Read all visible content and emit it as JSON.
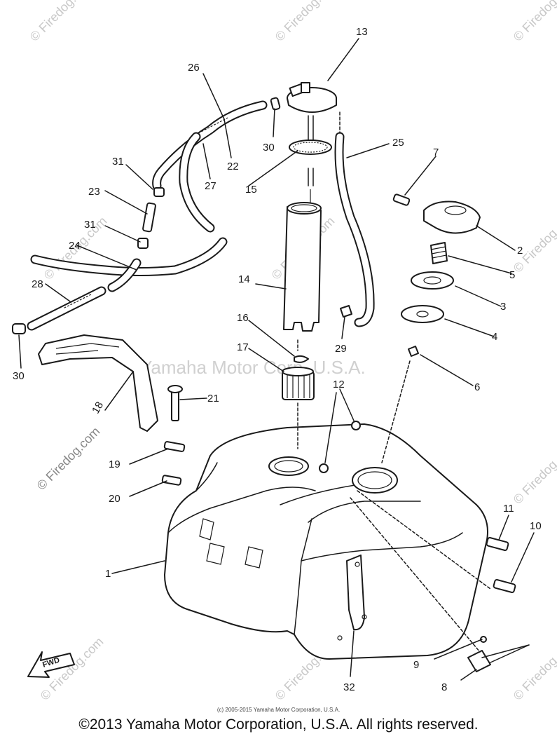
{
  "watermarks": {
    "site": "© Firedog.com",
    "center": "Yamaha Motor Corp, U.S.A."
  },
  "callouts": [
    {
      "id": "c1",
      "label": "1"
    },
    {
      "id": "c2",
      "label": "2"
    },
    {
      "id": "c3",
      "label": "3"
    },
    {
      "id": "c4",
      "label": "4"
    },
    {
      "id": "c5",
      "label": "5"
    },
    {
      "id": "c6",
      "label": "6"
    },
    {
      "id": "c7",
      "label": "7"
    },
    {
      "id": "c8",
      "label": "8"
    },
    {
      "id": "c9",
      "label": "9"
    },
    {
      "id": "c10",
      "label": "10"
    },
    {
      "id": "c11",
      "label": "11"
    },
    {
      "id": "c12",
      "label": "12"
    },
    {
      "id": "c13",
      "label": "13"
    },
    {
      "id": "c14",
      "label": "14"
    },
    {
      "id": "c15",
      "label": "15"
    },
    {
      "id": "c16",
      "label": "16"
    },
    {
      "id": "c17",
      "label": "17"
    },
    {
      "id": "c18",
      "label": "18"
    },
    {
      "id": "c19",
      "label": "19"
    },
    {
      "id": "c20",
      "label": "20"
    },
    {
      "id": "c21",
      "label": "21"
    },
    {
      "id": "c22",
      "label": "22"
    },
    {
      "id": "c23",
      "label": "23"
    },
    {
      "id": "c24",
      "label": "24"
    },
    {
      "id": "c25",
      "label": "25"
    },
    {
      "id": "c26",
      "label": "26"
    },
    {
      "id": "c27",
      "label": "27"
    },
    {
      "id": "c28",
      "label": "28"
    },
    {
      "id": "c29",
      "label": "29"
    },
    {
      "id": "c30a",
      "label": "30"
    },
    {
      "id": "c30b",
      "label": "30"
    },
    {
      "id": "c31a",
      "label": "31"
    },
    {
      "id": "c31b",
      "label": "31"
    },
    {
      "id": "c32",
      "label": "32"
    }
  ],
  "fwd_label": "FWD",
  "copyright_small": "(c) 2005-2015 Yamaha Motor Corporation, U.S.A.",
  "copyright_main": "©2013 Yamaha Motor Corporation, U.S.A. All rights reserved."
}
